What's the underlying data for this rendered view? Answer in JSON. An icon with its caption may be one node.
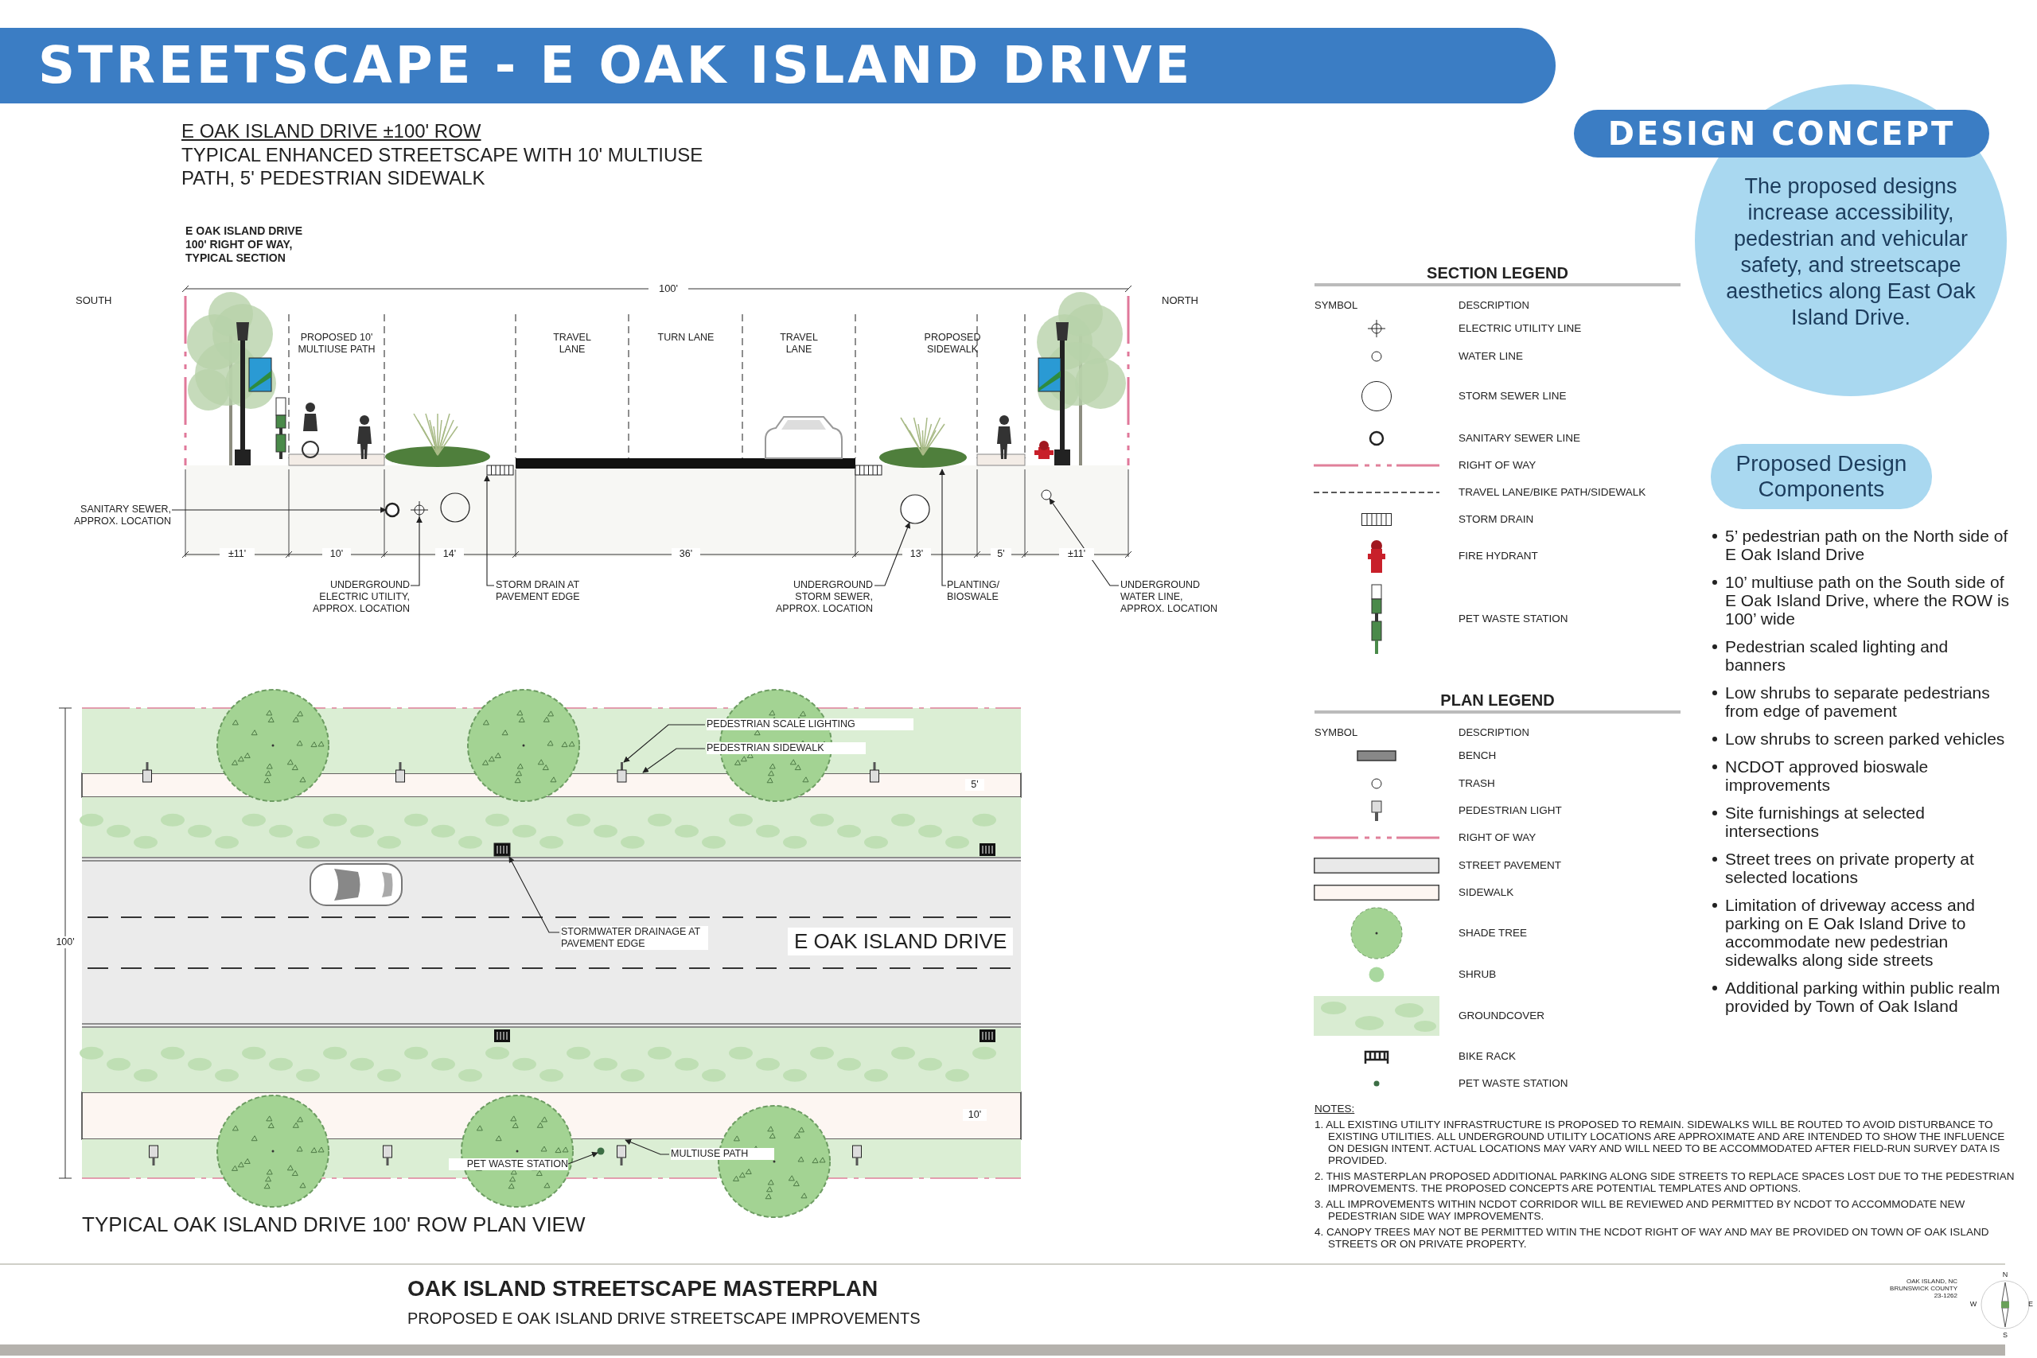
{
  "diagram": {
    "title": "STREETSCAPE - E OAK ISLAND DRIVE",
    "nodes": [
      {
        "text": [
          "SANITARY SEWER, APPROX. LOCATION"
        ]
      },
      {
        "text": [],
        "shape": "circle"
      },
      {
        "text": [
          "UNDERGROUND ELECTRIC UTILITY, APPROX. LOCATION"
        ]
      },
      {
        "text": [],
        "shape": "circle"
      },
      {
        "text": [
          "STORM DRAIN AT PAVEMENT EDGE"
        ]
      },
      {
        "text": [],
        "shape": "box"
      },
      {
        "text": [
          "UNDERGROUND STORM SEWER, APPROX. LOCATION"
        ]
      },
      {
        "text": [],
        "shape": "circle"
      },
      {
        "text": [
          "PLANTING/ BIOSWALE"
        ]
      },
      {
        "text": [],
        "shape": "picture"
      },
      {
        "text": [
          "UNDERGROUND WATER LINE, APPROX. LOCATION"
        ]
      },
      {
        "text": [],
        "shape": "circle"
      },
      {
        "text": [
          "PEDESTRIAN SCALE LIGHTING"
        ]
      },
      {
        "text": [],
        "shape": "box"
      },
      {
        "text": [
          "PEDESTRIAN SIDEWALK"
        ]
      },
      {
        "text": [],
        "shape": "bar"
      },
      {
        "text": [
          "STORMWATER DRAINAGE AT PAVEMENT EDGE"
        ]
      },
      {
        "text": [],
        "shape": "box"
      },
      {
        "text": [
          "PET WASTE STATION"
        ]
      },
      {
        "text": [],
        "shape": "circle"
      },
      {
        "text": [
          "MULTIUSE PATH"
        ]
      },
      {
        "text": [],
        "shape": "bar"
      },
      {
        "text": [
          "DESIGN CONCEPT"
        ]
      },
      {
        "text": [
          "The proposed designs increase accessibility, pedestrian and vehicular safety, and streetscape aesthetics along East Oak Island Drive."
        ]
      },
      {
        "text": [
          "Proposed Design Components"
        ]
      }
    ],
    "edges": [
      {
        "from": 0,
        "to": 1,
        "arrow": "to"
      },
      {
        "from": 2,
        "to": 3,
        "arrow": "to"
      },
      {
        "from": 4,
        "to": 5,
        "arrow": "to"
      },
      {
        "from": 6,
        "to": 7,
        "arrow": "to"
      },
      {
        "from": 8,
        "to": 9,
        "arrow": "to"
      },
      {
        "from": 10,
        "to": 11,
        "arrow": "to"
      },
      {
        "from": 12,
        "to": 13,
        "arrow": "to"
      },
      {
        "from": 14,
        "to": 15,
        "arrow": "to"
      },
      {
        "from": 16,
        "to": 17,
        "arrow": "to"
      },
      {
        "from": 18,
        "to": 19,
        "arrow": "to"
      },
      {
        "from": 20,
        "to": 21,
        "arrow": "to"
      }
    ],
    "labels": [
      "E OAK ISLAND DRIVE ±100' ROW",
      "TYPICAL ENHANCED STREETSCAPE WITH 10' MULTIUSE PATH, 5' PEDESTRIAN SIDEWALK",
      "E OAK ISLAND DRIVE 100' RIGHT OF WAY, TYPICAL SECTION",
      "SOUTH",
      "100'",
      "NORTH",
      "PROPOSED 10' MULTIUSE PATH",
      "TRAVEL LANE",
      "TURN LANE",
      "TRAVEL LANE",
      "PROPOSED SIDEWALK",
      "±11'",
      "10'",
      "14'",
      "36'",
      "13'",
      "5'",
      "±11'",
      "SECTION LEGEND",
      "SYMBOL",
      "DESCRIPTION",
      "PLAN LEGEND",
      "SYMBOL",
      "DESCRIPTION",
      "5'",
      "E OAK ISLAND DRIVE",
      "100'",
      "10'",
      "TYPICAL OAK ISLAND DRIVE 100' ROW PLAN VIEW",
      "5’ pedestrian path on the North side of E Oak Island Drive",
      "10’ multiuse path on the South side of E Oak Island Drive, where the ROW is 100’ wide",
      "Pedestrian scaled lighting and banners",
      "Low shrubs to separate pedestrians from edge of pavement",
      "Low shrubs to screen parked vehicles",
      "NCDOT approved bioswale improvements",
      "Site furnishings at selected intersections",
      "Street trees on private property at selected locations",
      "Limitation of driveway access and parking on E Oak Island Drive to accommodate new pedestrian sidewalks along side streets",
      "Additional parking within public realm provided by Town of Oak Island",
      "NOTES:",
      "1. ALL EXISTING UTILITY INFRASTRUCTURE IS PROPOSED TO REMAIN. SIDEWALKS WILL BE ROUTED TO AVOID DISTURBANCE TO EXISTING UTILITIES. ALL UNDERGROUND UTILITY LOCATIONS ARE APPROXIMATE AND ARE INTENDED TO SHOW THE INFLUENCE ON DESIGN INTENT. ACTUAL LOCATIONS MAY VARY AND WILL NEED TO BE ACCOMMODATED AFTER FIELD-RUN SURVEY DATA IS PROVIDED.",
      "2. THIS MASTERPLAN PROPOSED ADDITIONAL PARKING ALONG SIDE STREETS TO REPLACE SPACES LOST DUE TO THE PEDESTRIAN IMPROVEMENTS. THE PROPOSED CONCEPTS ARE POTENTIAL TEMPLATES AND OPTIONS.",
      "3. ALL IMPROVEMENTS WITHIN NCDOT CORRIDOR WILL BE REVIEWED AND PERMITTED BY NCDOT TO ACCOMMODATE NEW PEDESTRIAN SIDE WAY IMPROVEMENTS.",
      "4. CANOPY TREES MAY NOT BE PERMITTED WITIN THE NCDOT RIGHT OF WAY AND MAY BE PROVIDED ON TOWN OF OAK ISLAND STREETS OR ON PRIVATE PROPERTY.",
      "OAK ISLAND STREETSCAPE MASTERPLAN",
      "PROPOSED E OAK ISLAND DRIVE STREETSCAPE IMPROVEMENTS",
      "OAK ISLAND, NC BRUNSWICK COUNTY 23-1262",
      "N",
      "W",
      "E",
      "S"
    ],
    "legend": [
      {
        "text": "ELECTRIC UTILITY LINE"
      },
      {
        "text": "WATER LINE"
      },
      {
        "text": "STORM SEWER LINE"
      },
      {
        "text": "SANITARY SEWER LINE"
      },
      {
        "text": "RIGHT OF WAY"
      },
      {
        "text": "TRAVEL LANE/BIKE PATH/SIDEWALK"
      },
      {
        "text": "STORM DRAIN"
      },
      {
        "text": "FIRE HYDRANT"
      },
      {
        "text": "PET WASTE STATION"
      },
      {
        "text": "BENCH"
      },
      {
        "text": "TRASH"
      },
      {
        "text": "PEDESTRIAN LIGHT"
      },
      {
        "text": "RIGHT OF WAY"
      },
      {
        "text": "STREET PAVEMENT",
        "color": "#e9e9e9"
      },
      {
        "text": "SIDEWALK",
        "color": "#fdf6f2"
      },
      {
        "text": "SHADE TREE"
      },
      {
        "text": "SHRUB"
      },
      {
        "text": "GROUNDCOVER"
      },
      {
        "text": "BIKE RACK"
      },
      {
        "text": "PET WASTE STATION"
      }
    ]
  }
}
